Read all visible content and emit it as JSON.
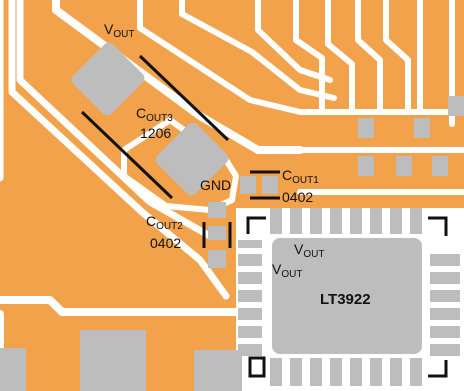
{
  "colors": {
    "board": "#f2a24a",
    "trace_gap": "#ffffff",
    "pad": "#bdbdbd",
    "silkscreen": "#111111",
    "text": "#111111"
  },
  "labels": {
    "vout_top": {
      "main": "V",
      "sub": "OUT"
    },
    "cout3": {
      "main": "C",
      "sub": "OUT3",
      "size": "1206"
    },
    "gnd": "GND",
    "cout1": {
      "main": "C",
      "sub": "OUT1",
      "size": "0402"
    },
    "cout2": {
      "main": "C",
      "sub": "OUT2",
      "size": "0402"
    },
    "vout_pin1": {
      "main": "V",
      "sub": "OUT"
    },
    "vout_pin2": {
      "main": "V",
      "sub": "OUT"
    },
    "ic_name": "LT3922"
  }
}
